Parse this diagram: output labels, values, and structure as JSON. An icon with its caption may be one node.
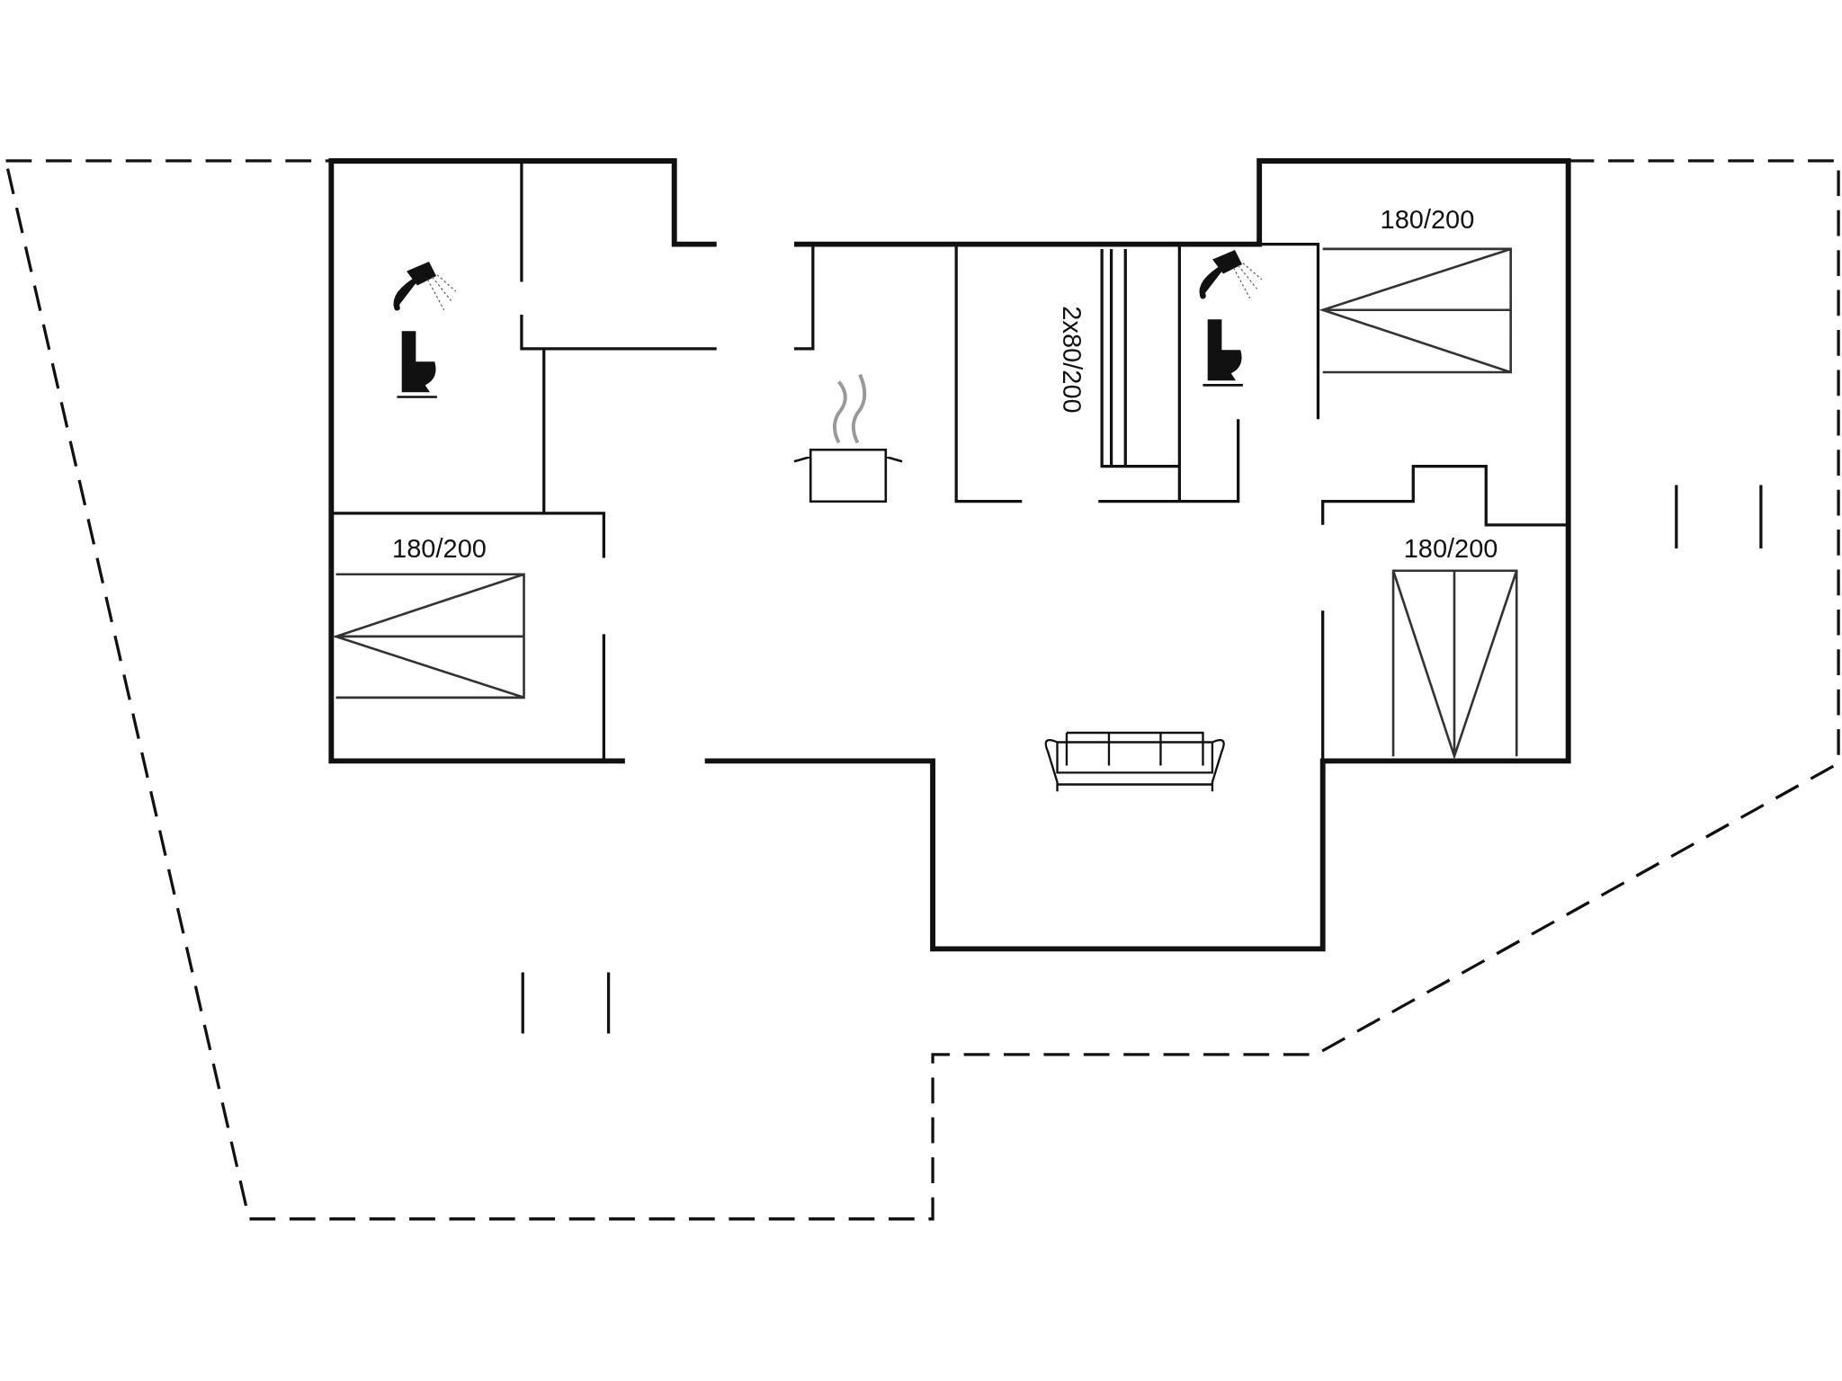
{
  "diagram": {
    "labels": [
      "180/200",
      "2x80/200",
      "180/200",
      "180/200"
    ]
  }
}
